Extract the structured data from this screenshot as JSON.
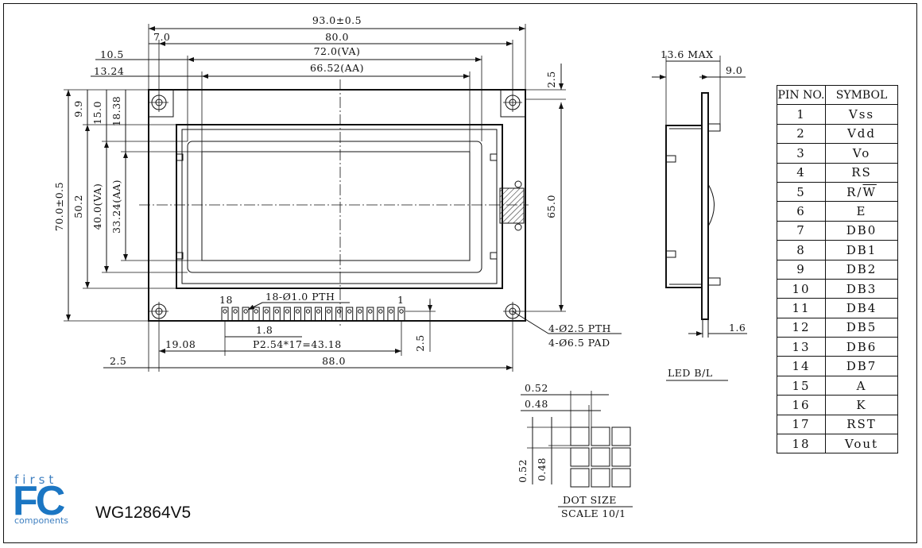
{
  "model": "WG12864V5",
  "logo": {
    "first": "first",
    "fc": "FC",
    "components": "components",
    "color": "#1b76c3"
  },
  "front_view": {
    "width_overall": "93.0±0.5",
    "width_pcb_holes": "80.0",
    "view_area_width": "72.0(VA)",
    "active_area_width": "66.52(AA)",
    "hole_offset_x": "7.0",
    "va_offset_x": "10.5",
    "aa_offset_x": "13.24",
    "hole_offset_top": "2.5",
    "height_overall": "70.0±0.5",
    "bezel_height": "50.2",
    "view_area_height": "40.0(VA)",
    "active_area_height": "33.24(AA)",
    "offset_top_9_9": "9.9",
    "offset_top_15_0": "15.0",
    "offset_top_18_38": "18.38",
    "hole_pitch_vertical": "65.0",
    "pin_first": "18",
    "pin_last": "1",
    "pins_label": "18-Ø1.0 PTH",
    "pin_pad_width": "1.8",
    "pin_pitch_label": "P2.54*17=43.18",
    "pin_offset_x": "19.08",
    "pin_offset_bottom": "2.5",
    "hole_offset_left": "2.5",
    "hole_pitch_horizontal": "88.0",
    "mount_holes_pth": "4-Ø2.5 PTH",
    "mount_holes_pad": "4-Ø6.5 PAD"
  },
  "side_view": {
    "thickness_max": "13.6 MAX",
    "thickness_9": "9.0",
    "pcb_thickness": "1.6",
    "led_label": "LED B/L"
  },
  "dot_detail": {
    "pitch_w": "0.52",
    "dot_w": "0.48",
    "pitch_h": "0.52",
    "dot_h": "0.48",
    "title": "DOT SIZE",
    "scale": "SCALE 10/1"
  },
  "pin_table": {
    "header_no": "PIN NO.",
    "header_symbol": "SYMBOL",
    "rows": [
      {
        "no": "1",
        "symbol": "Vss"
      },
      {
        "no": "2",
        "symbol": "Vdd"
      },
      {
        "no": "3",
        "symbol": "Vo"
      },
      {
        "no": "4",
        "symbol": "RS"
      },
      {
        "no": "5",
        "symbol": "R/W"
      },
      {
        "no": "6",
        "symbol": "E"
      },
      {
        "no": "7",
        "symbol": "DB0"
      },
      {
        "no": "8",
        "symbol": "DB1"
      },
      {
        "no": "9",
        "symbol": "DB2"
      },
      {
        "no": "10",
        "symbol": "DB3"
      },
      {
        "no": "11",
        "symbol": "DB4"
      },
      {
        "no": "12",
        "symbol": "DB5"
      },
      {
        "no": "13",
        "symbol": "DB6"
      },
      {
        "no": "14",
        "symbol": "DB7"
      },
      {
        "no": "15",
        "symbol": "A"
      },
      {
        "no": "16",
        "symbol": "K"
      },
      {
        "no": "17",
        "symbol": "RST"
      },
      {
        "no": "18",
        "symbol": "Vout"
      }
    ]
  }
}
